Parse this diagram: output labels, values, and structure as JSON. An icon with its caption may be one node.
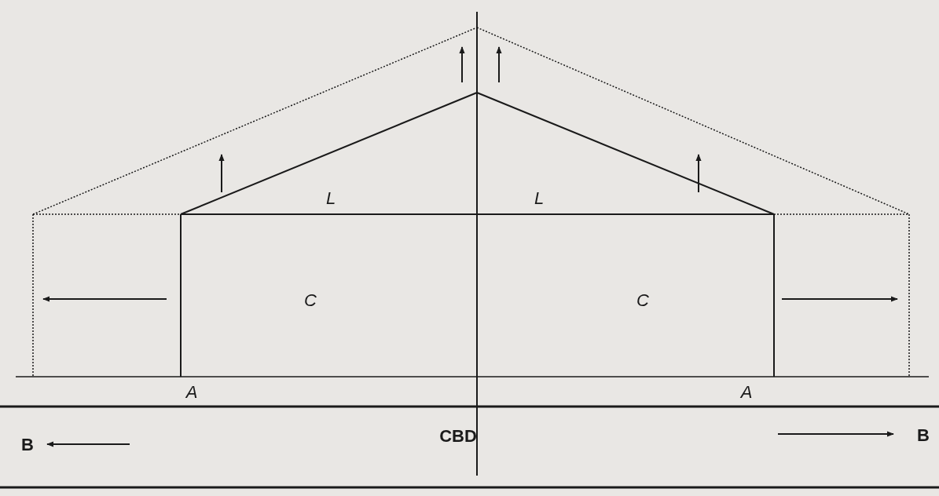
{
  "diagram": {
    "labels": [
      "L",
      "L",
      "C",
      "C",
      "A",
      "A",
      "B",
      "CBD",
      "B"
    ]
  }
}
